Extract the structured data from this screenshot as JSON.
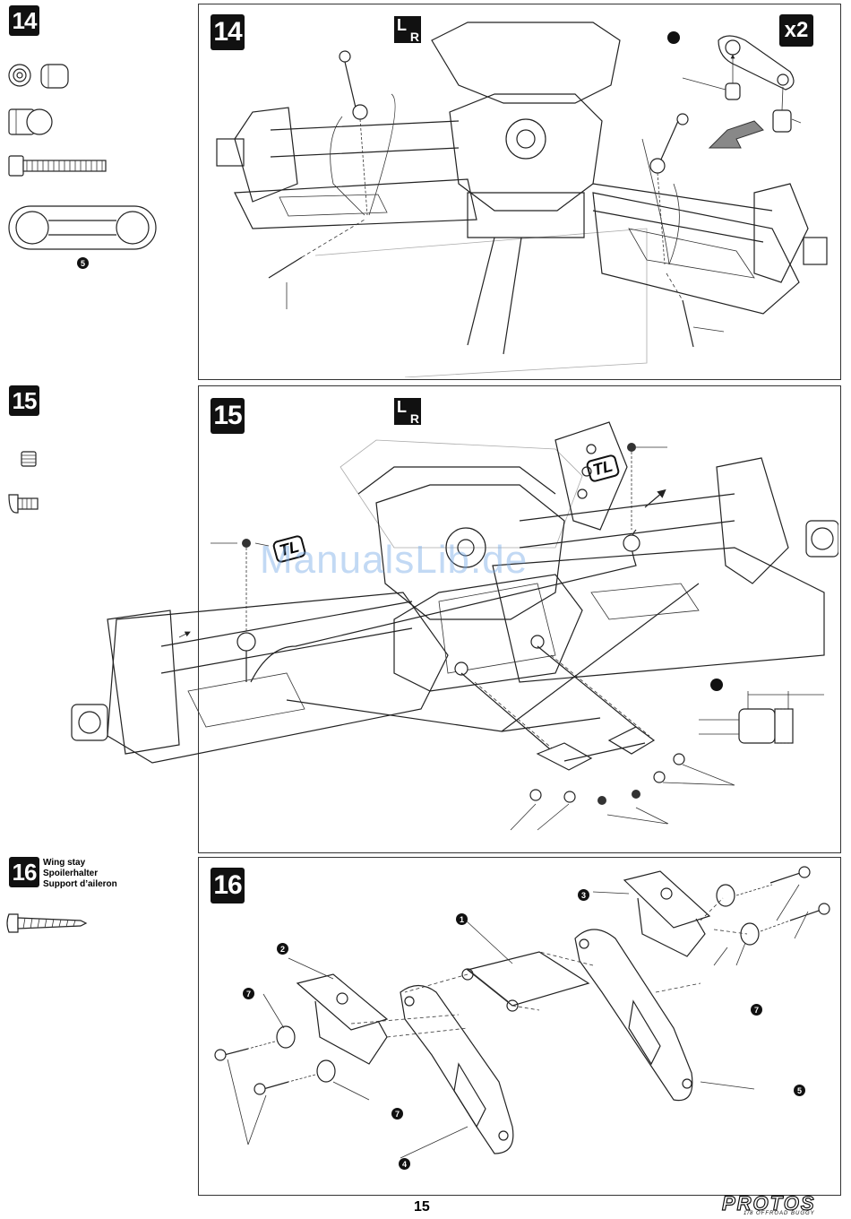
{
  "steps": {
    "s14": {
      "side_number": "14",
      "panel_number": "14",
      "multiplier": "x2",
      "part_number": "5"
    },
    "s15": {
      "side_number": "15",
      "panel_number": "15",
      "threadlock": "TL",
      "threadlock_2": "TL"
    },
    "s16": {
      "side_number": "16",
      "panel_number": "16",
      "title_en": "Wing stay",
      "title_de": "Spoilerhalter",
      "title_fr": "Support d’aileron",
      "callouts": {
        "c1": "1",
        "c2": "2",
        "c3": "3",
        "c4": "4",
        "c5": "5",
        "c7a": "7",
        "c7b": "7",
        "c7c": "7"
      }
    }
  },
  "lr_icon": {
    "l": "L",
    "r": "R"
  },
  "watermark": "ManualsLib.de",
  "footer": {
    "page_number": "15",
    "brand": "PROTOS",
    "brand_sub": "1/8 OFFROAD BUGGY"
  }
}
